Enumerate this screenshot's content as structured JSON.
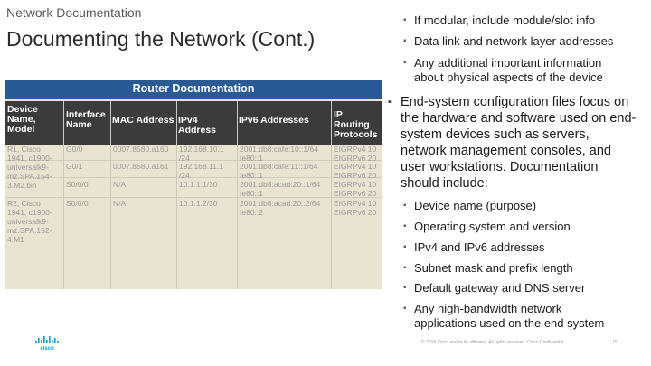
{
  "header": {
    "subtitle": "Network Documentation",
    "title": "Documenting the Network (Cont.)"
  },
  "right_bullets_top": [
    "If modular, include module/slot info",
    "Data link and network layer addresses",
    "Any additional important information about physical aspects of the device"
  ],
  "main_bullet": "End-system configuration files focus on the hardware and software used on end-system devices such as servers, network management consoles, and user workstations.  Documentation should include:",
  "sub_bullets": [
    "Device name (purpose)",
    "Operating system and version",
    "IPv4 and IPv6 addresses",
    "Subnet mask and prefix length",
    "Default gateway and DNS server",
    "Any high-bandwidth network applications used on the end system"
  ],
  "router_doc": {
    "banner": "Router Documentation",
    "headers": [
      "Device Name, Model",
      "Interface Name",
      "MAC Address",
      "IPv4 Address",
      "IPv6 Addresses",
      "IP Routing Protocols"
    ],
    "rows": [
      {
        "device": "R1, Cisco 1941, c1900-universalk9-mz.SPA.154-3.M2.bin",
        "iface": "G0/0",
        "mac": "0007.8580.a160",
        "ipv4": "192.168.10.1 /24",
        "ipv6": "2001:db8:cafe:10::1/64 fe80::1",
        "routing": "EIGRPv4 10 EIGRPv6 20"
      },
      {
        "device": "",
        "iface": "G0/1",
        "mac": "0007.8580.a161",
        "ipv4": "192.168.11.1 /24",
        "ipv6": "2001:db8:cafe:11::1/64 fe80::1",
        "routing": "EIGRPv4 10 EIGRPv6 20"
      },
      {
        "device": "",
        "iface": "S0/0/0",
        "mac": "N/A",
        "ipv4": "10.1.1.1/30",
        "ipv6": "2001:db8:acad:20::1/64 fe80::1",
        "routing": "EIGRPv4 10 EIGRPv6 20"
      },
      {
        "device": "R2, Cisco 1941, c1900-universalk9-mz.SPA.152-4.M1",
        "iface": "S0/0/0",
        "mac": "N/A",
        "ipv4": "10.1.1.2/30",
        "ipv6": "2001:db8:acad:20::2/64 fe80::2",
        "routing": "EIGRPv4 10 EIGRPv6 20"
      }
    ]
  },
  "footer": {
    "copyright": "© 2016  Cisco and/or its affiliates. All rights reserved.   Cisco Confidential",
    "page": "15",
    "logo_text": "cisco"
  },
  "colors": {
    "banner_blue": "#2a5a93",
    "header_dark": "#3b3b3b",
    "table_bg": "#e9e3d2",
    "cisco_blue": "#049fd9"
  }
}
